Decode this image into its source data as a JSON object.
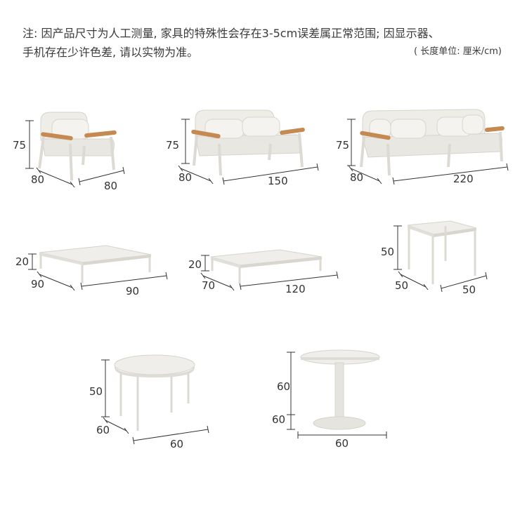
{
  "note": {
    "line1": "注: 因产品尺寸为人工测量, 家具的特殊性会存在3-5cm误差属正常范围; 因显示器、",
    "line2": "手机存在少许色差, 请以实物为准。",
    "unit": "( 长度单位: 厘米/cm)"
  },
  "products": [
    {
      "name": "single-sofa",
      "height": "75",
      "depth": "80",
      "width": "80"
    },
    {
      "name": "two-seat-sofa",
      "height": "75",
      "depth": "80",
      "width": "150"
    },
    {
      "name": "three-seat-sofa",
      "height": "75",
      "depth": "80",
      "width": "220"
    },
    {
      "name": "square-coffee-table",
      "height": "20",
      "depth": "90",
      "width": "90"
    },
    {
      "name": "rect-coffee-table",
      "height": "20",
      "depth": "70",
      "width": "120"
    },
    {
      "name": "square-side-table",
      "height": "50",
      "depth": "50",
      "width": "50"
    },
    {
      "name": "round-table",
      "height": "50",
      "depth": "60",
      "width": "60"
    },
    {
      "name": "pedestal-table",
      "height": "60",
      "depth": "60",
      "width": "60"
    }
  ],
  "colors": {
    "frame": "#e4e2dc",
    "cushion": "#eeece6",
    "wood": "#c58a52",
    "line": "#333333"
  }
}
